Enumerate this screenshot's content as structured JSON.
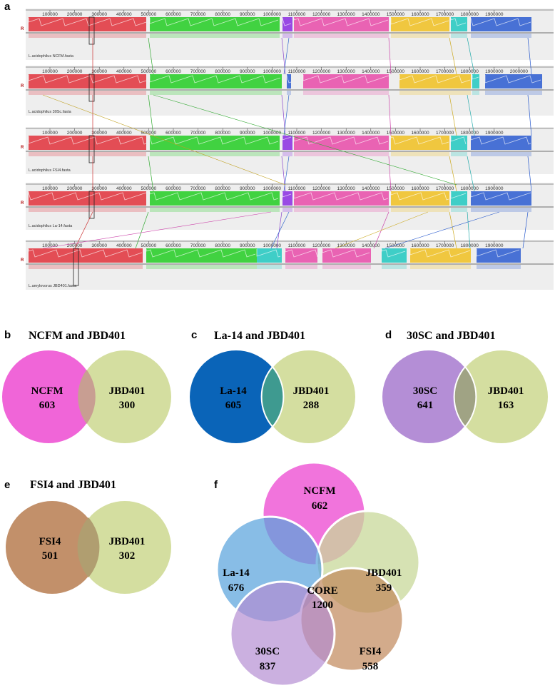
{
  "panel_a": {
    "label": "a",
    "genomes": [
      {
        "name": "L.acidophilus NCFM.fasta",
        "ticks": [
          "100000",
          "200000",
          "300000",
          "400000",
          "500000",
          "600000",
          "700000",
          "800000",
          "900000",
          "1000000",
          "1100000",
          "1200000",
          "1300000",
          "1400000",
          "1500000",
          "1600000",
          "1700000",
          "1800000",
          "1900000"
        ]
      },
      {
        "name": "L.acidophilus 30Sc.fasta",
        "ticks": [
          "100000",
          "200000",
          "300000",
          "400000",
          "500000",
          "600000",
          "700000",
          "800000",
          "900000",
          "1000000",
          "1100000",
          "1200000",
          "1300000",
          "1400000",
          "1500000",
          "1600000",
          "1700000",
          "1800000",
          "1900000",
          "2000000"
        ]
      },
      {
        "name": "L.acidophilus FSI4.fasta",
        "ticks": [
          "100000",
          "200000",
          "300000",
          "400000",
          "500000",
          "600000",
          "700000",
          "800000",
          "900000",
          "1000000",
          "1100000",
          "1200000",
          "1300000",
          "1400000",
          "1500000",
          "1600000",
          "1700000",
          "1800000",
          "1900000"
        ]
      },
      {
        "name": "L.acidophilus La-14.fasta",
        "ticks": [
          "100000",
          "200000",
          "300000",
          "400000",
          "500000",
          "600000",
          "700000",
          "800000",
          "900000",
          "1000000",
          "1100000",
          "1200000",
          "1300000",
          "1400000",
          "1500000",
          "1600000",
          "1700000",
          "1800000",
          "1900000"
        ]
      },
      {
        "name": "L.amylovorus JBD401.fasta",
        "ticks": [
          "100000",
          "200000",
          "300000",
          "400000",
          "500000",
          "600000",
          "700000",
          "800000",
          "900000",
          "1000000",
          "1100000",
          "1200000",
          "1300000",
          "1400000",
          "1500000",
          "1600000",
          "1700000",
          "1800000",
          "1900000"
        ]
      }
    ],
    "block_colors": [
      "#e0303a",
      "#22cc22",
      "#e84aa8",
      "#f0c020",
      "#2a5ad0",
      "#20c8c0",
      "#8a2be2"
    ]
  },
  "venn_pairs": [
    {
      "label": "b",
      "title": "NCFM and JBD401",
      "left": {
        "name": "NCFM",
        "count": "603",
        "color": "#f065d8"
      },
      "right": {
        "name": "JBD401",
        "count": "300",
        "color": "#d4dea0"
      },
      "overlap_color": "#c89e92"
    },
    {
      "label": "c",
      "title": "La-14 and JBD401",
      "left": {
        "name": "La-14",
        "count": "605",
        "color": "#0a64b8"
      },
      "right": {
        "name": "JBD401",
        "count": "288",
        "color": "#d4dea0"
      },
      "overlap_color": "#3e9a90"
    },
    {
      "label": "d",
      "title": "30SC and JBD401",
      "left": {
        "name": "30SC",
        "count": "641",
        "color": "#b48ed6"
      },
      "right": {
        "name": "JBD401",
        "count": "163",
        "color": "#d4dea0"
      },
      "overlap_color": "#a0a384"
    },
    {
      "label": "e",
      "title": "FSI4 and JBD401",
      "left": {
        "name": "FSI4",
        "count": "501",
        "color": "#c2906a"
      },
      "right": {
        "name": "JBD401",
        "count": "302",
        "color": "#d4dea0"
      },
      "overlap_color": "#b09e70"
    }
  ],
  "venn5": {
    "label": "f",
    "sets": [
      {
        "name": "NCFM",
        "count": "662",
        "color": "#f065d8"
      },
      {
        "name": "JBD401",
        "count": "359",
        "color": "#c8d89a"
      },
      {
        "name": "FSI4",
        "count": "558",
        "color": "#c0885a"
      },
      {
        "name": "30SC",
        "count": "837",
        "color": "#b28ad2"
      },
      {
        "name": "La-14",
        "count": "676",
        "color": "#5aa4dc"
      }
    ],
    "core": {
      "name": "CORE",
      "count": "1200"
    }
  }
}
